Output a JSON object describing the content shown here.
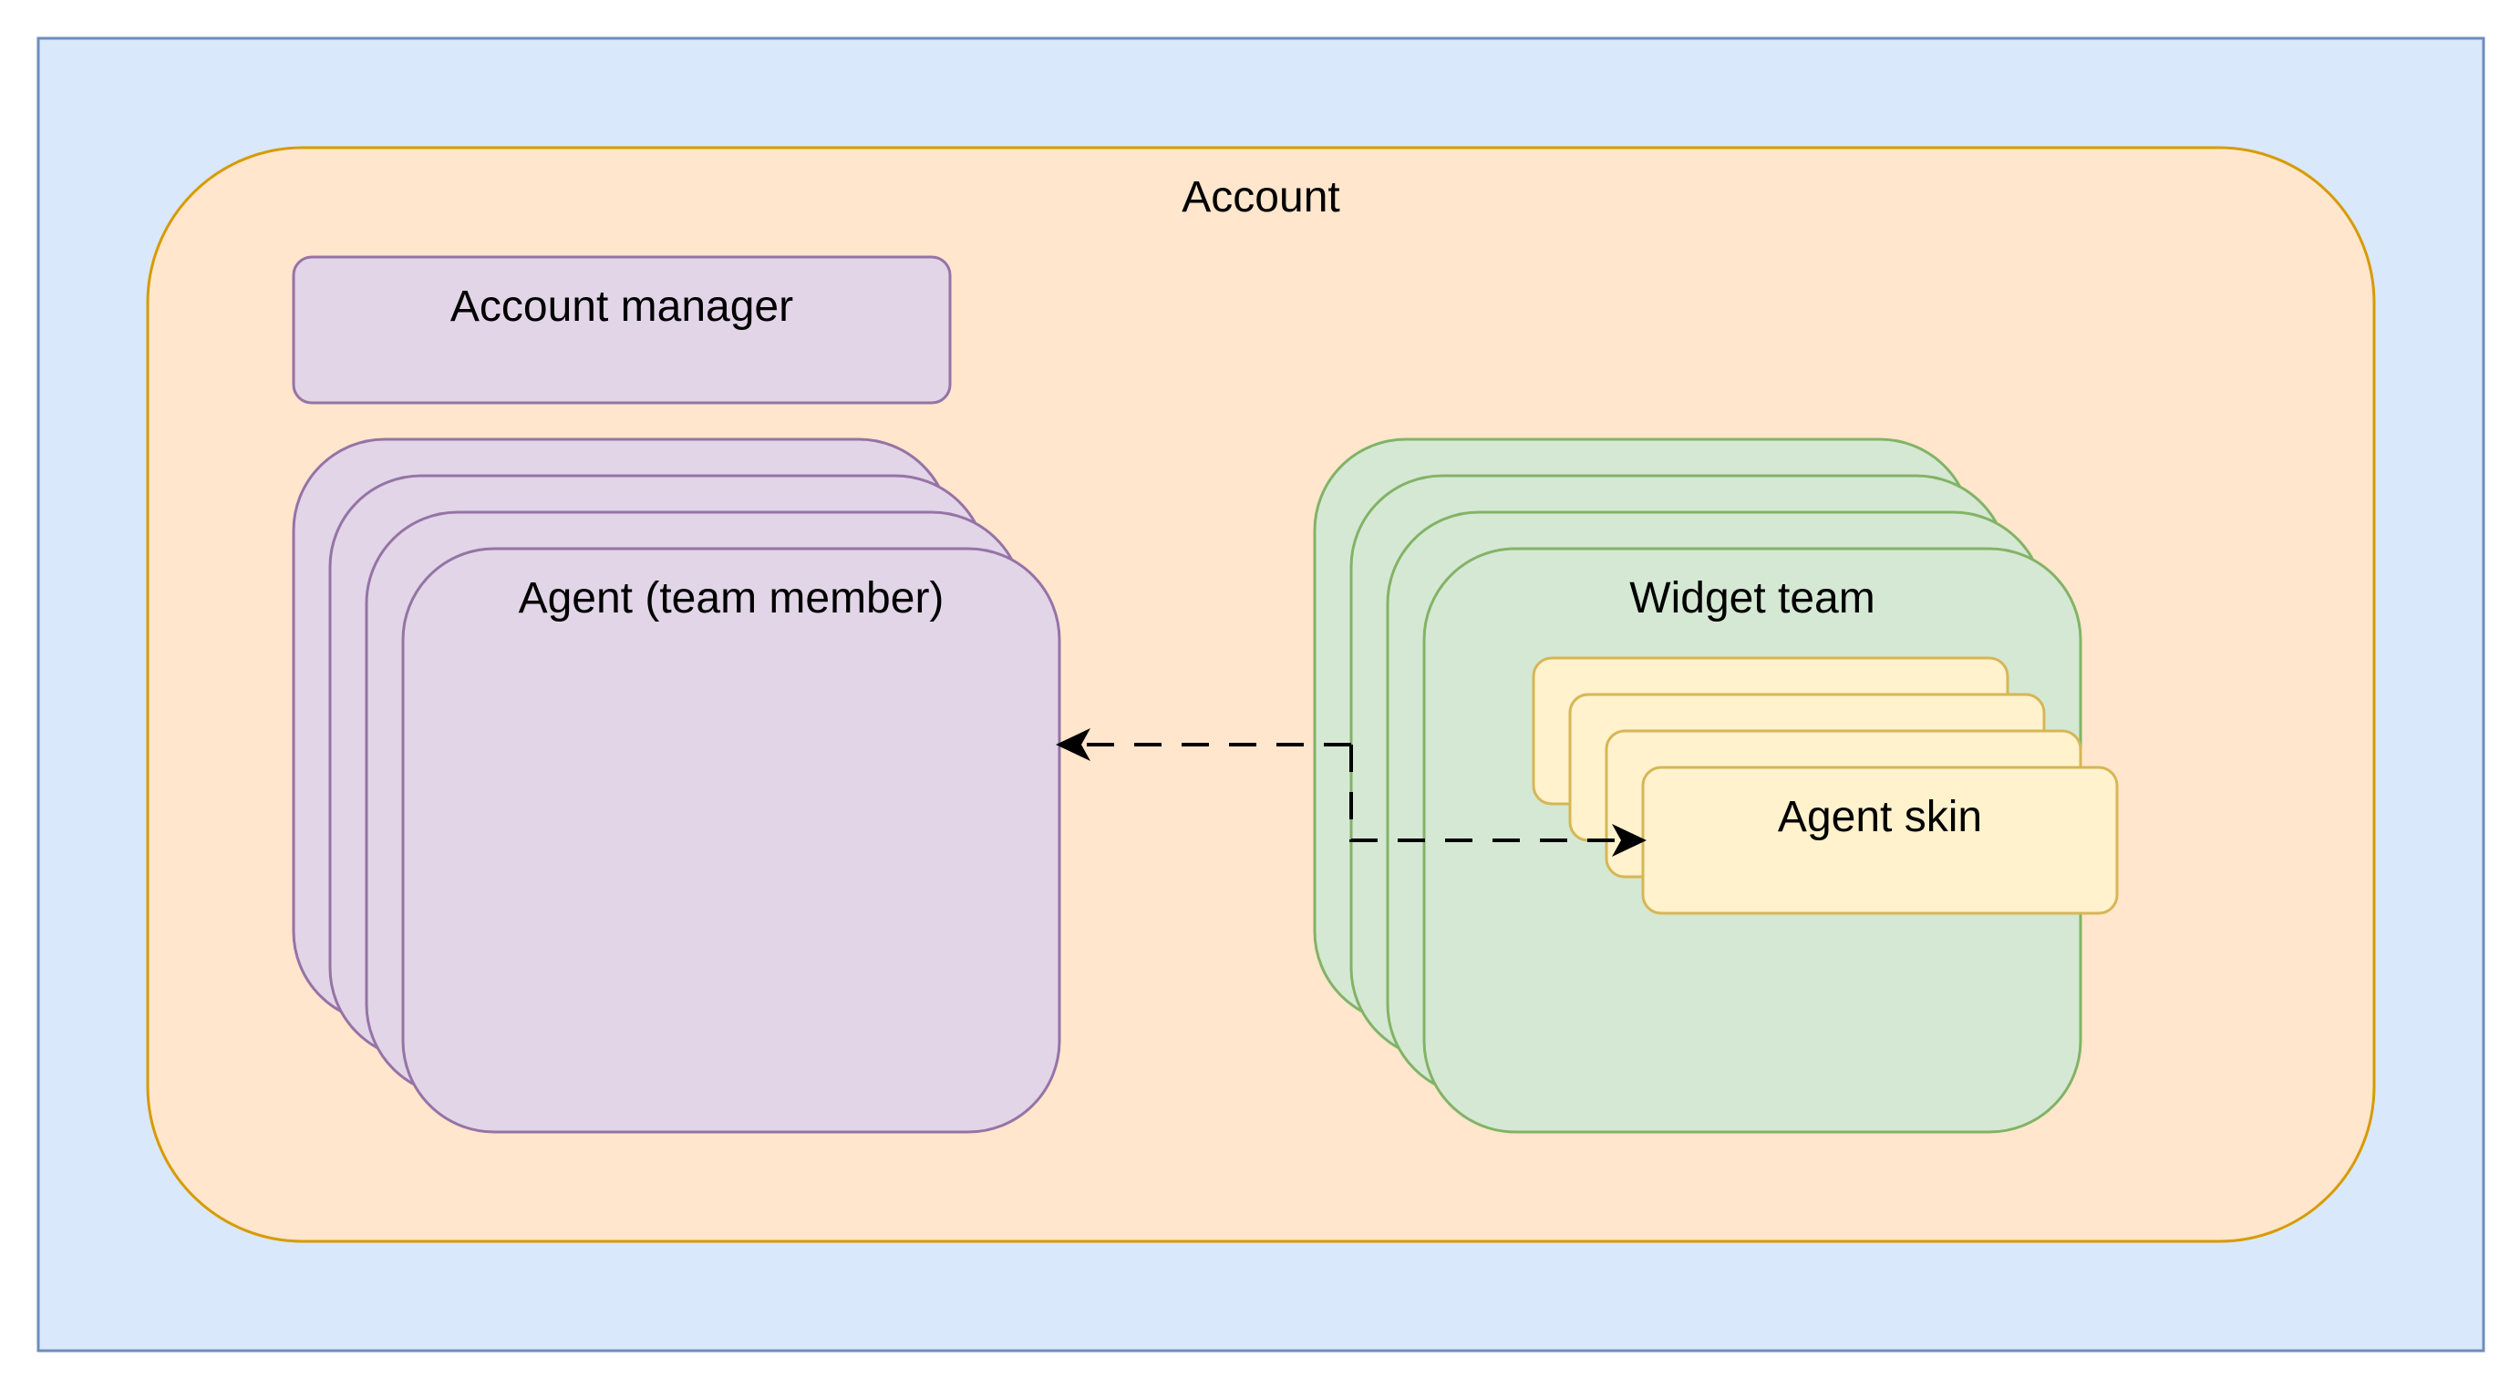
{
  "diagram": {
    "colors": {
      "background_fill": "#dae8fc",
      "background_stroke": "#6c8ebf",
      "account_fill": "#ffe6cc",
      "account_stroke": "#d79b00",
      "agent_fill": "#e1d5e7",
      "agent_stroke": "#9673a6",
      "widget_fill": "#d5e8d4",
      "widget_stroke": "#82b366",
      "skin_fill": "#fff2cc",
      "skin_stroke": "#d6b656",
      "connector": "#000000"
    },
    "account": {
      "label": "Account"
    },
    "account_manager": {
      "label": "Account manager"
    },
    "agents": {
      "stack_count": 4,
      "label": "Agent (team member)"
    },
    "widget_teams": {
      "stack_count": 4,
      "label": "Widget team"
    },
    "agent_skins": {
      "stack_count": 4,
      "label": "Agent skin"
    },
    "connectors": [
      {
        "from": "widget-team",
        "to": "agent-team-member",
        "style": "dashed",
        "arrow": "end"
      },
      {
        "from": "widget-team",
        "to": "agent-skin",
        "style": "dashed",
        "arrow": "end"
      }
    ]
  }
}
